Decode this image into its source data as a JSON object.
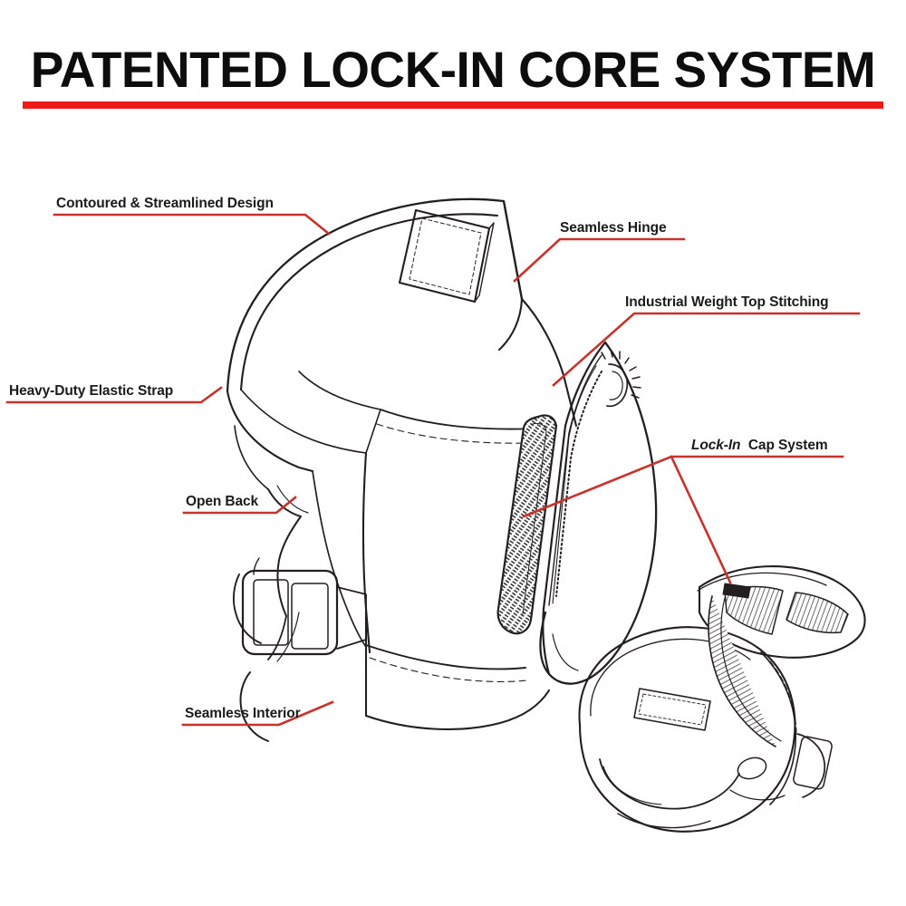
{
  "header": {
    "title": "PATENTED LOCK-IN CORE SYSTEM",
    "rule_color": "#ee1b16"
  },
  "theme": {
    "leader_color": "#c8322b",
    "line_color": "#231f20",
    "text_color": "#1b1b1b",
    "background": "#ffffff"
  },
  "diagram": {
    "subject": "knee-pad-exploded-view",
    "views": [
      {
        "name": "main-knee-pad-side-view"
      },
      {
        "name": "inset-knee-pad-rotated-view"
      }
    ]
  },
  "callouts": [
    {
      "id": "contoured-streamlined-design",
      "label": "Contoured & Streamlined Design",
      "side": "left",
      "target": "upper-strap-band"
    },
    {
      "id": "seamless-hinge",
      "label": "Seamless Hinge",
      "side": "right",
      "target": "hinge-area"
    },
    {
      "id": "industrial-weight-top-stitching",
      "label": "Industrial Weight Top Stitching",
      "side": "right",
      "target": "top-stitch-line"
    },
    {
      "id": "heavy-duty-elastic-strap",
      "label": "Heavy-Duty Elastic Strap",
      "side": "left",
      "target": "elastic-strap"
    },
    {
      "id": "open-back",
      "label": "Open Back",
      "side": "left",
      "target": "open-back-cutout"
    },
    {
      "id": "lock-in-cap-system",
      "label_italic": "Lock-In",
      "label_rest": "Cap System",
      "side": "right",
      "target": "cap-and-mesh-core"
    },
    {
      "id": "seamless-interior",
      "label": "Seamless Interior",
      "side": "left",
      "target": "lower-body-interior"
    }
  ]
}
